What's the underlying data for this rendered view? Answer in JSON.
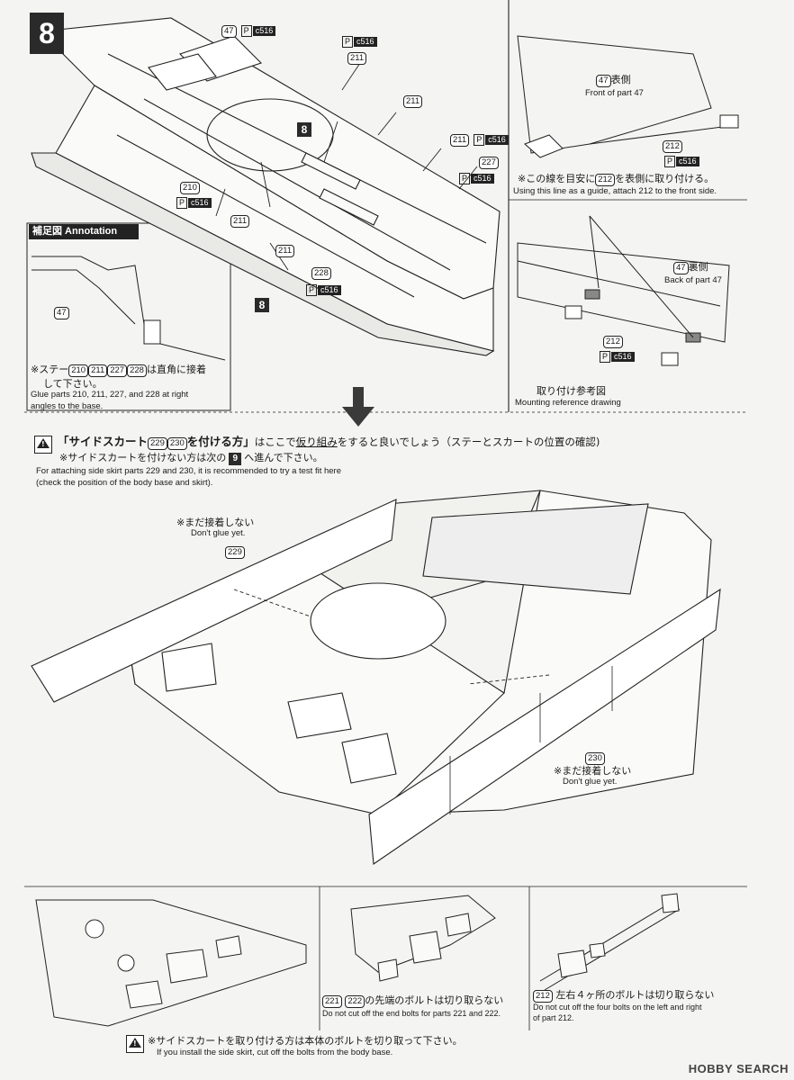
{
  "step": {
    "number": "8",
    "ref": "8",
    "next": "9"
  },
  "parts": {
    "p47": "47",
    "p210": "210",
    "p211": "211",
    "p212": "212",
    "p221": "221",
    "p222": "222",
    "p227": "227",
    "p228": "228",
    "p229": "229",
    "p230": "230",
    "paint_p": "P",
    "paint_code": "c516"
  },
  "annotation": {
    "header": "補足図 Annotation",
    "jp_pre": "※ステー",
    "jp_post": "は直角に接着",
    "jp_line2": "して下さい。",
    "en1": "Glue parts 210, 211, 227, and 228 at right",
    "en2": "angles to the base."
  },
  "front47": {
    "jp": "表側",
    "en": "Front of part 47"
  },
  "guide": {
    "jp_pre": "※この線を目安に",
    "jp_post": "を表側に取り付ける。",
    "en": "Using this line as a guide, attach 212 to the front side."
  },
  "back47": {
    "jp": "裏側",
    "en": "Back of part 47"
  },
  "mounting": {
    "jp": "取り付け参考図",
    "en": "Mounting reference drawing"
  },
  "skirt": {
    "q_open": "「サイドスカート",
    "q_close": "を付ける方」",
    "mid": "はここで",
    "kari": "仮り組み",
    "end": "をすると良いでしょう（ステーとスカートの位置の確認)",
    "line2_pre": "※サイドスカートを付けない方は次の",
    "line2_post": "へ進んで下さい。",
    "en1": "For attaching side skirt parts 229 and 230, it is recommended to try a test fit here",
    "en2": "(check the position of the body base and skirt)."
  },
  "noglue": {
    "jp": "※まだ接着しない",
    "en": "Don't glue yet."
  },
  "bolts221": {
    "jp": "の先端のボルトは切り取らない",
    "en": "Do not cut off the end bolts for parts 221 and 222."
  },
  "bolts212": {
    "jp": "左右４ヶ所のボルトは切り取らない",
    "en1": "Do not cut off the four bolts on the left and right",
    "en2": "of part 212."
  },
  "bottom": {
    "jp": "※サイドスカートを取り付ける方は本体のボルトを切り取って下さい。",
    "en": "If you install the side skirt, cut off the bolts from the body base."
  },
  "watermark": "HOBBY SEARCH"
}
